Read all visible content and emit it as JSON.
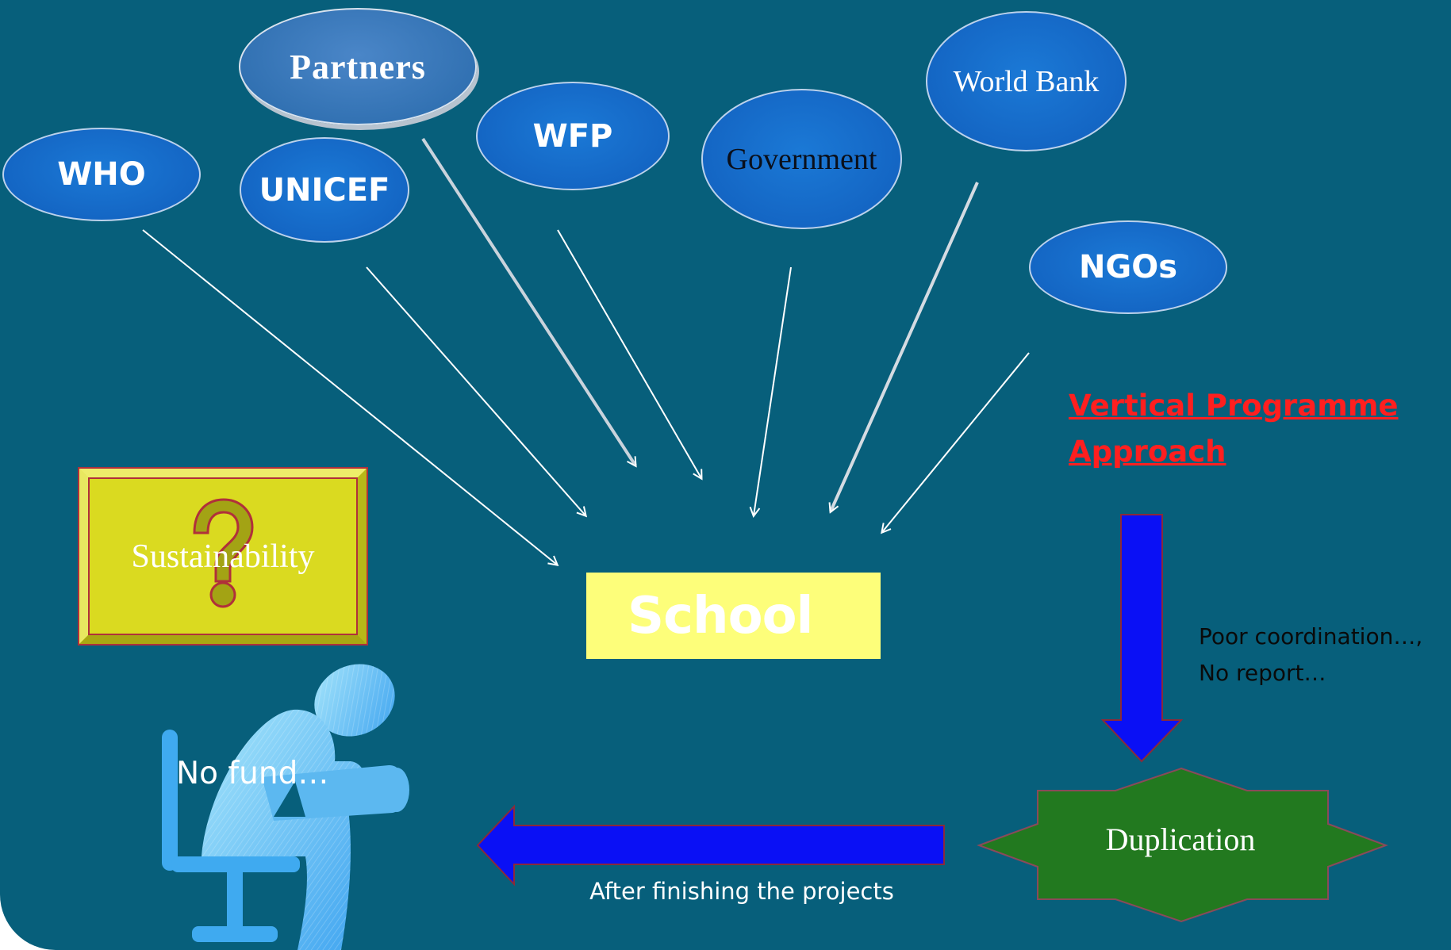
{
  "nodes": {
    "who": "WHO",
    "partners": "Partners",
    "unicef": "UNICEF",
    "wfp": "WFP",
    "government": "Government",
    "world_bank": "World Bank",
    "ngos": "NGOs"
  },
  "center": {
    "label": "School"
  },
  "sustainability": {
    "label": "Sustainability",
    "symbol": "?"
  },
  "approach": {
    "line1": "Vertical Programme",
    "line2": "Approach"
  },
  "issues": {
    "line1": "Poor coordination…,",
    "line2": "No report…"
  },
  "duplication": {
    "label": "Duplication"
  },
  "after": {
    "label": "After finishing the projects"
  },
  "no_fund": {
    "label": "No fund…"
  },
  "colors": {
    "background": "#075f7b",
    "oval": "#1466c4",
    "school": "#fdfe7a",
    "sustainability": "#dada20",
    "arrow": "#0a10f5",
    "duplication": "#22791f",
    "approach_text": "#ff1f1f",
    "person": "#5cb8f0"
  }
}
